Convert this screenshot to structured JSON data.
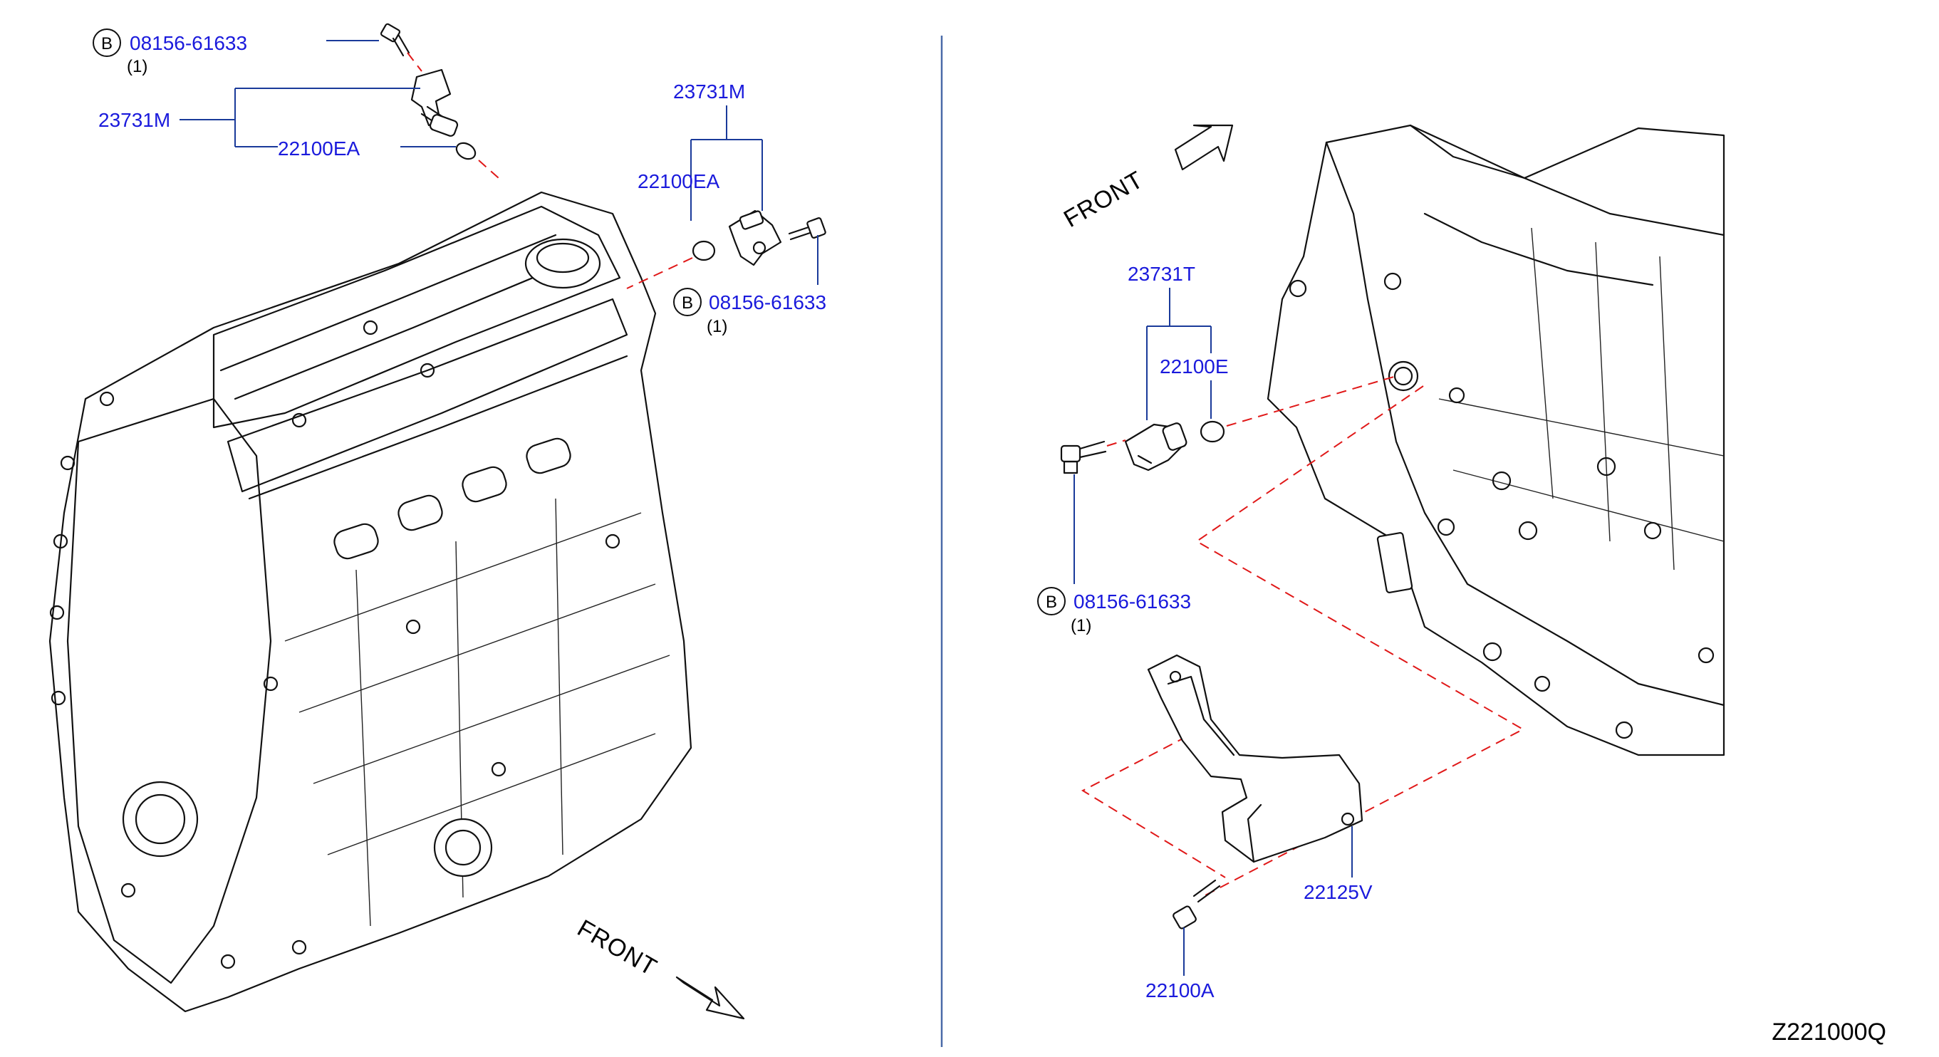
{
  "callouts": {
    "left_bolt_top": "08156-61633",
    "left_bolt_top_qty": "(1)",
    "left_sensor": "23731M",
    "left_oring": "22100EA",
    "mid_sensor": "23731M",
    "mid_oring": "22100EA",
    "mid_bolt": "08156-61633",
    "mid_bolt_qty": "(1)",
    "right_sensor": "23731T",
    "right_oring": "22100E",
    "right_bolt": "08156-61633",
    "right_bolt_qty": "(1)",
    "bracket": "22125V",
    "bracket_bolt": "22100A"
  },
  "circle_letter": "B",
  "front_label": "FRONT",
  "diagram_ref": "Z221000Q",
  "colors": {
    "part_number": "#1a1adc",
    "leader": "#1a3a9a",
    "fit_line": "#e01818"
  }
}
